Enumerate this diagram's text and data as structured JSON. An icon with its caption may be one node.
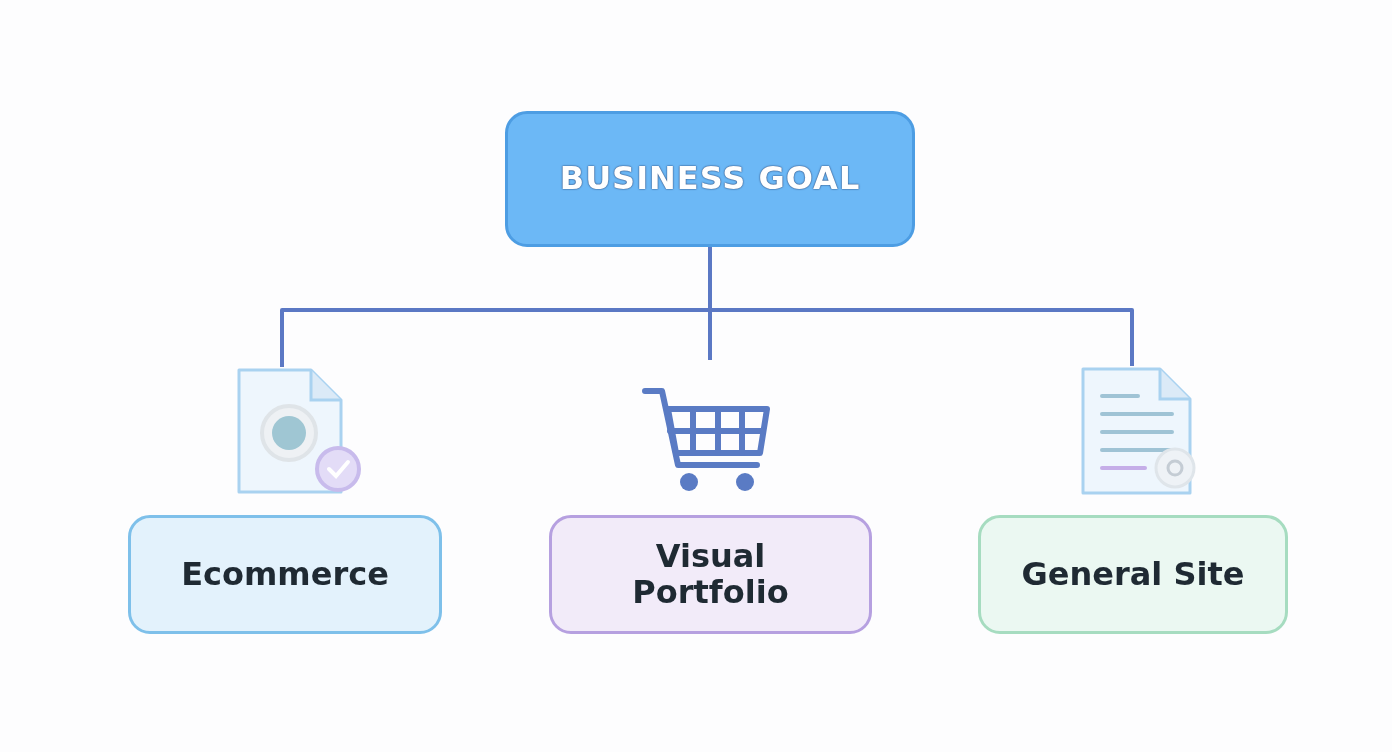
{
  "diagram": {
    "nodes": [
      {
        "text": [
          "BUSINESS GOAL"
        ]
      },
      {
        "text": [],
        "shape": "picture"
      },
      {
        "text": [],
        "shape": "picture"
      },
      {
        "text": [],
        "shape": "picture"
      },
      {
        "text": [
          "Ecommerce"
        ]
      },
      {
        "text": [
          "Visual Portfolio"
        ]
      },
      {
        "text": [
          "General Site"
        ]
      }
    ],
    "edges": [
      {
        "from": 0,
        "to": 1,
        "arrow": "none"
      },
      {
        "from": 0,
        "to": 2,
        "arrow": "none"
      },
      {
        "from": 0,
        "to": 3,
        "arrow": "none"
      }
    ]
  }
}
